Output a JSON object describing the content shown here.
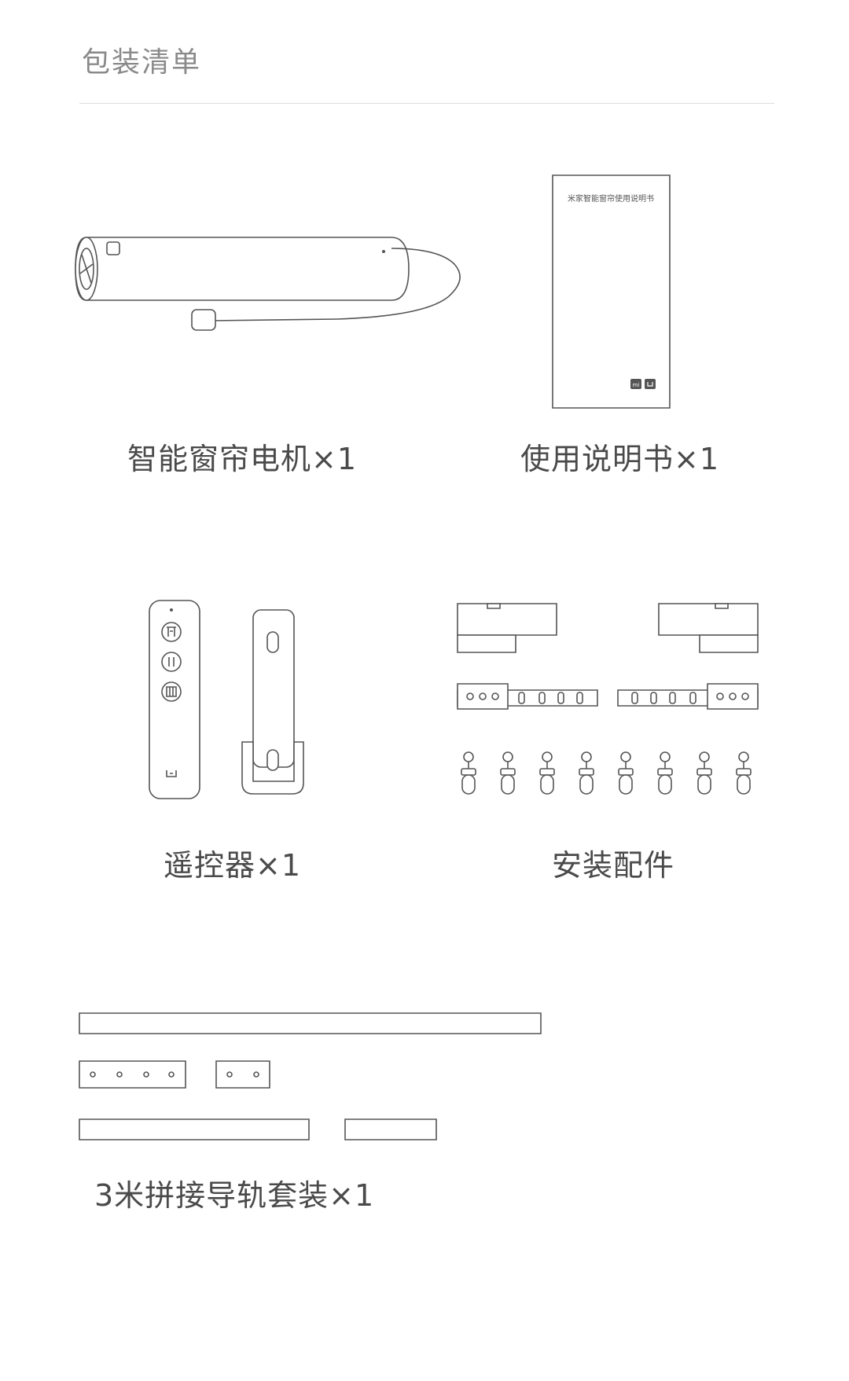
{
  "page": {
    "title": "包装清单"
  },
  "items": [
    {
      "label": "智能窗帘电机×1"
    },
    {
      "label": "使用说明书×1"
    },
    {
      "label": "遥控器×1"
    },
    {
      "label": "安装配件"
    },
    {
      "label": "3米拼接导轨套装×1"
    }
  ],
  "manual": {
    "cover_title": "米家智能窗帘使用说明书",
    "logo_mi": "mi"
  },
  "icons": {
    "motor": "curtain-motor-icon",
    "manual": "manual-booklet-icon",
    "remote": "remote-control-icon",
    "holder": "remote-holder-icon",
    "accessories": "mounting-accessories-icon",
    "rail": "rail-kit-icon"
  },
  "colors": {
    "line": "#555555",
    "rule": "#dcdcdc",
    "title": "#8a8a8a",
    "caption": "#4a4a4a"
  }
}
